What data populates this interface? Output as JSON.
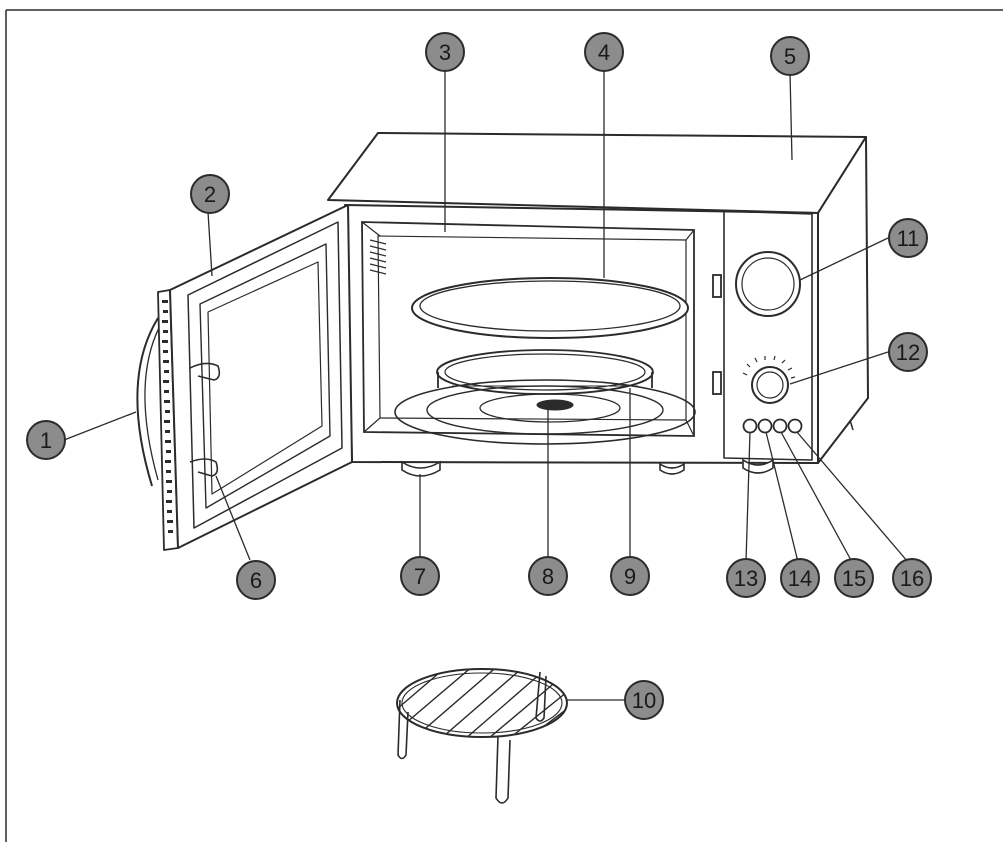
{
  "colors": {
    "line": "#2b2b2b",
    "callout_fill": "#8c8c8c",
    "callout_stroke": "#2b2b2b",
    "label_text": "#1a1a1a",
    "background": "#ffffff"
  },
  "callouts": [
    {
      "id": "1",
      "label": "1"
    },
    {
      "id": "2",
      "label": "2"
    },
    {
      "id": "3",
      "label": "3"
    },
    {
      "id": "4",
      "label": "4"
    },
    {
      "id": "5",
      "label": "5"
    },
    {
      "id": "6",
      "label": "6"
    },
    {
      "id": "7",
      "label": "7"
    },
    {
      "id": "8",
      "label": "8"
    },
    {
      "id": "9",
      "label": "9"
    },
    {
      "id": "10",
      "label": "10"
    },
    {
      "id": "11",
      "label": "11"
    },
    {
      "id": "12",
      "label": "12"
    },
    {
      "id": "13",
      "label": "13"
    },
    {
      "id": "14",
      "label": "14"
    },
    {
      "id": "15",
      "label": "15"
    },
    {
      "id": "16",
      "label": "16"
    }
  ]
}
